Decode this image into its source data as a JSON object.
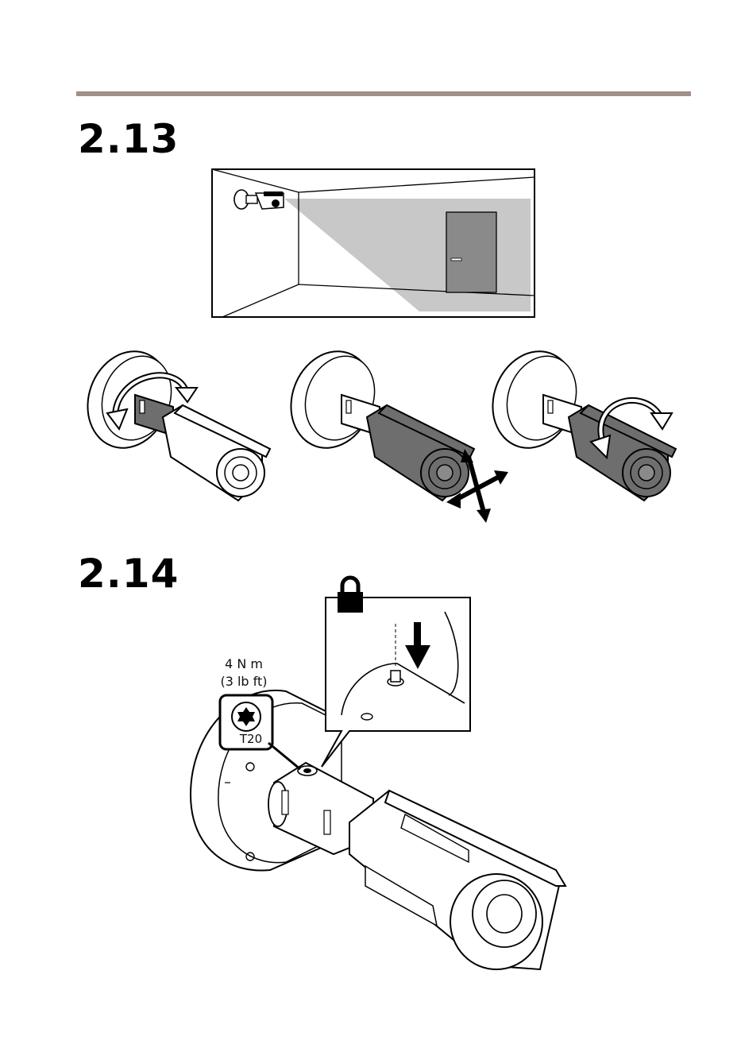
{
  "header": {
    "rule_color": "#a09088"
  },
  "steps": [
    {
      "number": "2.13"
    },
    {
      "number": "2.14"
    }
  ],
  "torque": {
    "value": "4 N m",
    "imperial": "(3 lb ft)"
  },
  "tool": {
    "label": "T20",
    "icon": "torx-icon"
  },
  "icons": [
    "lock-icon",
    "arrow-down-icon",
    "rotate-arrow-icon",
    "tilt-arrows-icon",
    "camera-icon",
    "door-icon"
  ],
  "colors": {
    "ink": "#000000",
    "shade": "#c8c8c8",
    "camera_dark": "#6e6e6e",
    "door": "#8a8a8a"
  }
}
